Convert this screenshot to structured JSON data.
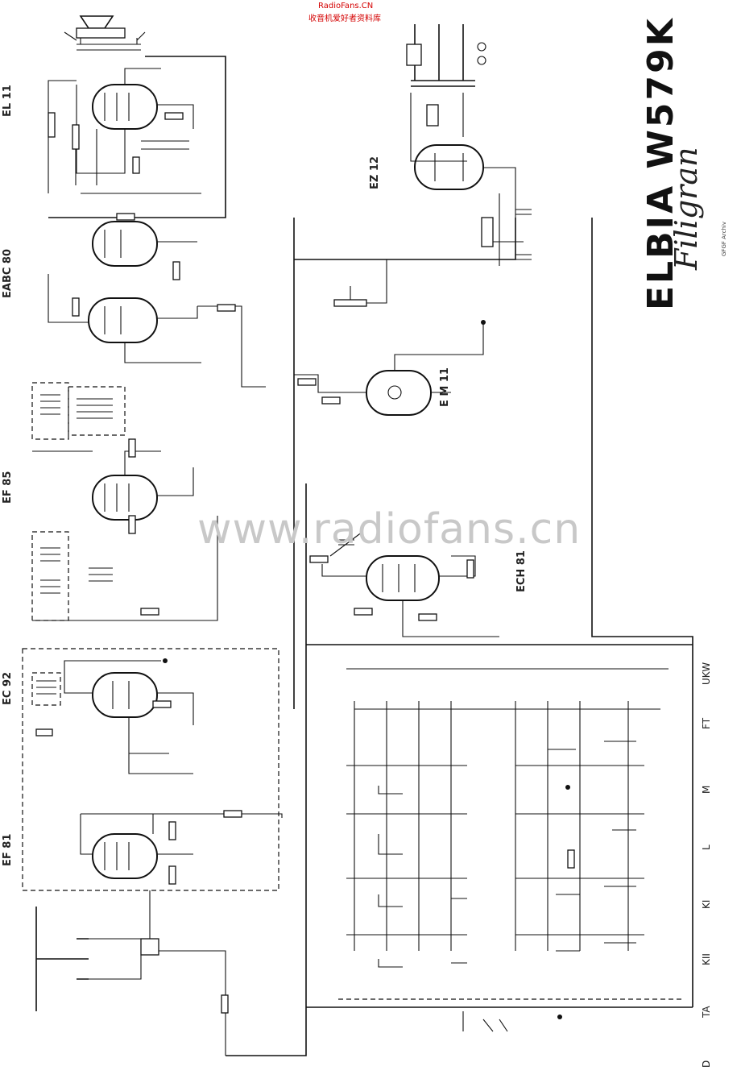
{
  "watermark": {
    "site": "RadioFans.CN",
    "site_cn": "收音机爱好者资料库",
    "url": "www.radiofans.cn"
  },
  "schematic": {
    "title": "ELBIA W579K",
    "signature": "Filigran",
    "credit": "GFGF Archiv",
    "tubes": [
      {
        "id": "el11",
        "label": "EL 11"
      },
      {
        "id": "eabc80",
        "label": "EABC 80"
      },
      {
        "id": "ef85",
        "label": "EF 85"
      },
      {
        "id": "ec92",
        "label": "EC 92"
      },
      {
        "id": "ef81",
        "label": "EF 81"
      },
      {
        "id": "ez12",
        "label": "EZ 12"
      },
      {
        "id": "em11",
        "label": "E M 11"
      },
      {
        "id": "ech81",
        "label": "ECH 81"
      }
    ],
    "bands": [
      "UKW",
      "FT",
      "M",
      "L",
      "KI",
      "KII",
      "TA",
      "D"
    ]
  }
}
